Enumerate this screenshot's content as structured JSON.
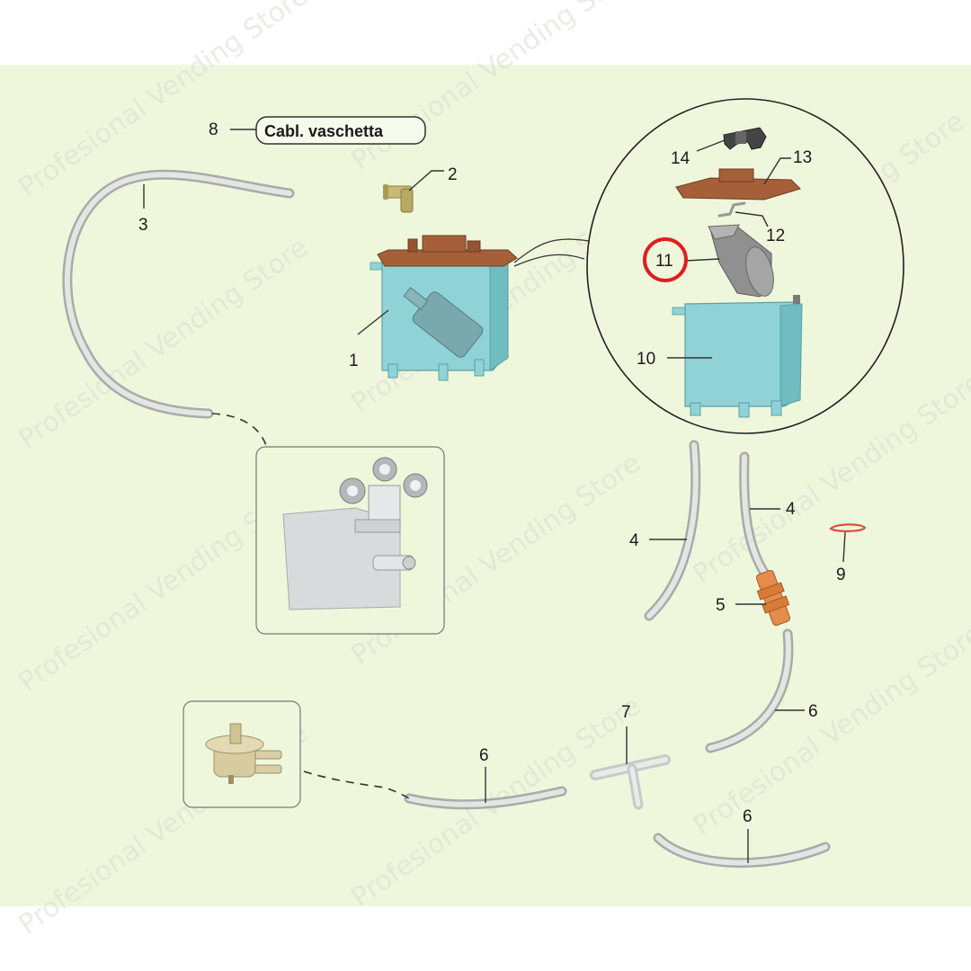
{
  "diagram": {
    "callouts": [
      {
        "id": "1",
        "text": "1"
      },
      {
        "id": "2",
        "text": "2"
      },
      {
        "id": "3",
        "text": "3"
      },
      {
        "id": "4a",
        "text": "4"
      },
      {
        "id": "4b",
        "text": "4"
      },
      {
        "id": "5",
        "text": "5"
      },
      {
        "id": "6a",
        "text": "6"
      },
      {
        "id": "6b",
        "text": "6"
      },
      {
        "id": "6c",
        "text": "6"
      },
      {
        "id": "7",
        "text": "7"
      },
      {
        "id": "8",
        "text": "8"
      },
      {
        "id": "9",
        "text": "9"
      },
      {
        "id": "10",
        "text": "10"
      },
      {
        "id": "11",
        "text": "11"
      },
      {
        "id": "12",
        "text": "12"
      },
      {
        "id": "13",
        "text": "13"
      },
      {
        "id": "14",
        "text": "14"
      }
    ],
    "cable_label": "Cabl. vaschetta",
    "highlighted_part": "11",
    "watermark": "Profesional Vending Store",
    "colors": {
      "background": "#eef7dc",
      "tank": "#8fd3d6",
      "lid": "#a5603a",
      "highlight": "#e21c1c"
    }
  }
}
